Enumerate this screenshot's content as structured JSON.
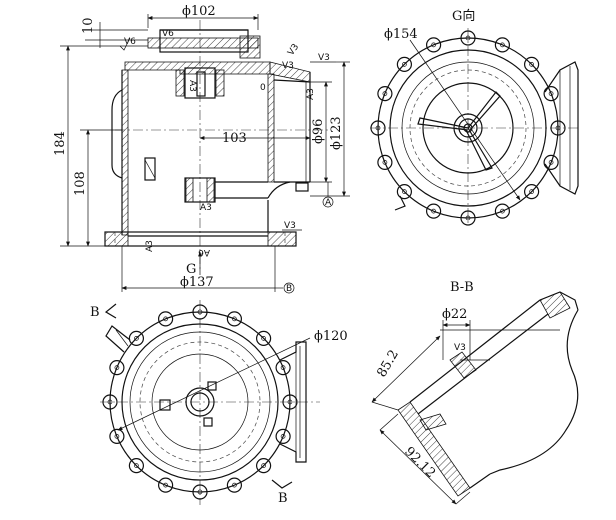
{
  "top_view": {
    "dim_top_width": "ϕ102",
    "dim_height_10": "10",
    "dim_total_height": "184",
    "dim_lower_height": "108",
    "dim_inner_width": "103",
    "dim_dia_96": "ϕ96",
    "dim_dia_123": "ϕ123",
    "dim_base_width": "ϕ137",
    "finish_v6_left": "V6",
    "finish_v6_top": "V6",
    "finish_v3_right": "V3",
    "finish_v3_top": "V3",
    "finish_v3_side": "V3",
    "finish_v3_base": "V3",
    "finish_v3_rot": "V3",
    "finish_a3_vert": "A3",
    "finish_a3_inner": "A3",
    "finish_a3_bottom": "A3",
    "finish_a6_bottom": "A6",
    "view_arrow_g": "G",
    "zero_mark": "0",
    "datum_a": "A",
    "datum_b": "B"
  },
  "g_view": {
    "title": "G向",
    "dim_outer": "ϕ154"
  },
  "plan_view": {
    "section_mark_top": "B",
    "section_mark_bottom": "B",
    "dim_dia_120": "ϕ120"
  },
  "section_view": {
    "title": "B-B",
    "dim_dia_22": "ϕ22",
    "dim_85": "85.2",
    "dim_92": "92.12",
    "finish_v3": "V3"
  }
}
